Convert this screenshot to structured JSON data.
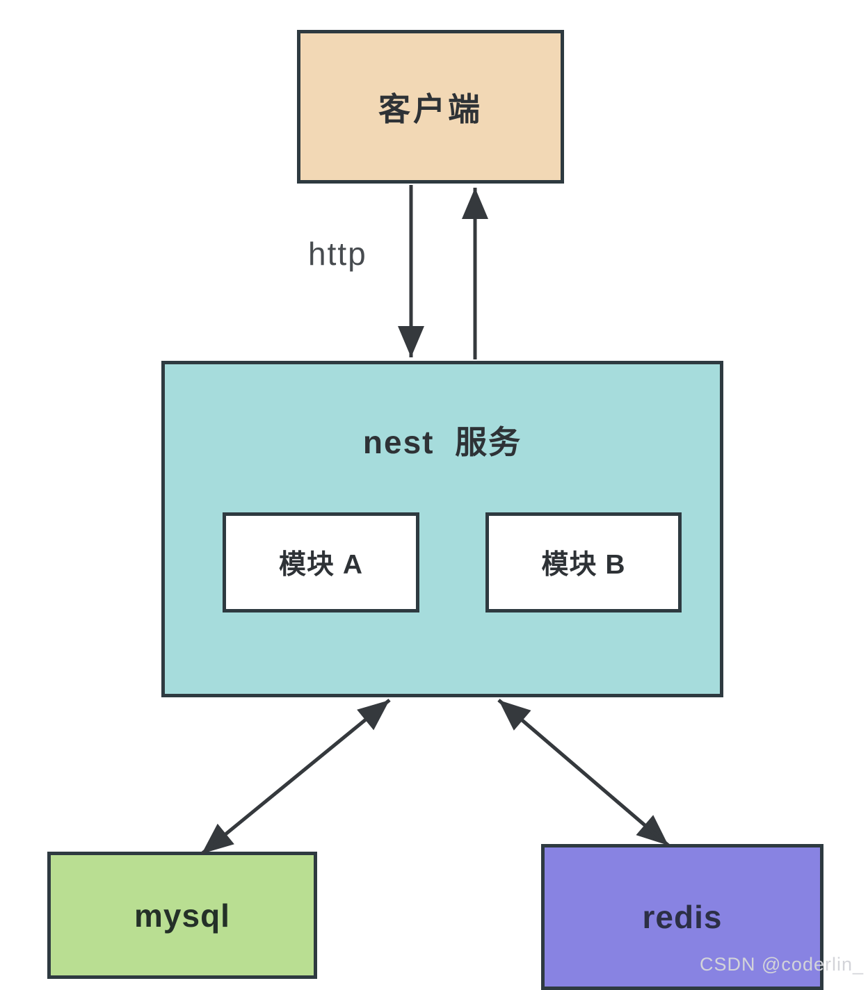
{
  "nodes": {
    "client": {
      "label": "客户端",
      "fill": "#f2d8b5"
    },
    "nest": {
      "label": "nest  服务",
      "fill": "#a6dcdc"
    },
    "module_a": {
      "label": "模块 A",
      "fill": "#ffffff"
    },
    "module_b": {
      "label": "模块 B",
      "fill": "#ffffff"
    },
    "mysql": {
      "label": "mysql",
      "fill": "#b9de92"
    },
    "redis": {
      "label": "redis",
      "fill": "#8883e2"
    }
  },
  "edges": [
    {
      "from": "client",
      "to": "nest",
      "label": "http",
      "direction": "down"
    },
    {
      "from": "nest",
      "to": "client",
      "label": "",
      "direction": "up"
    },
    {
      "from": "nest",
      "to": "mysql",
      "label": "",
      "direction": "both"
    },
    {
      "from": "nest",
      "to": "redis",
      "label": "",
      "direction": "both"
    }
  ],
  "watermark": {
    "text": "CSDN @coderlin_"
  },
  "colors": {
    "border": "#2e3a40",
    "arrow": "#35393d",
    "label_text": "#2e3236",
    "http_text": "#474b4f",
    "watermark_text": "#d3d4d9",
    "background": "#ffffff"
  }
}
